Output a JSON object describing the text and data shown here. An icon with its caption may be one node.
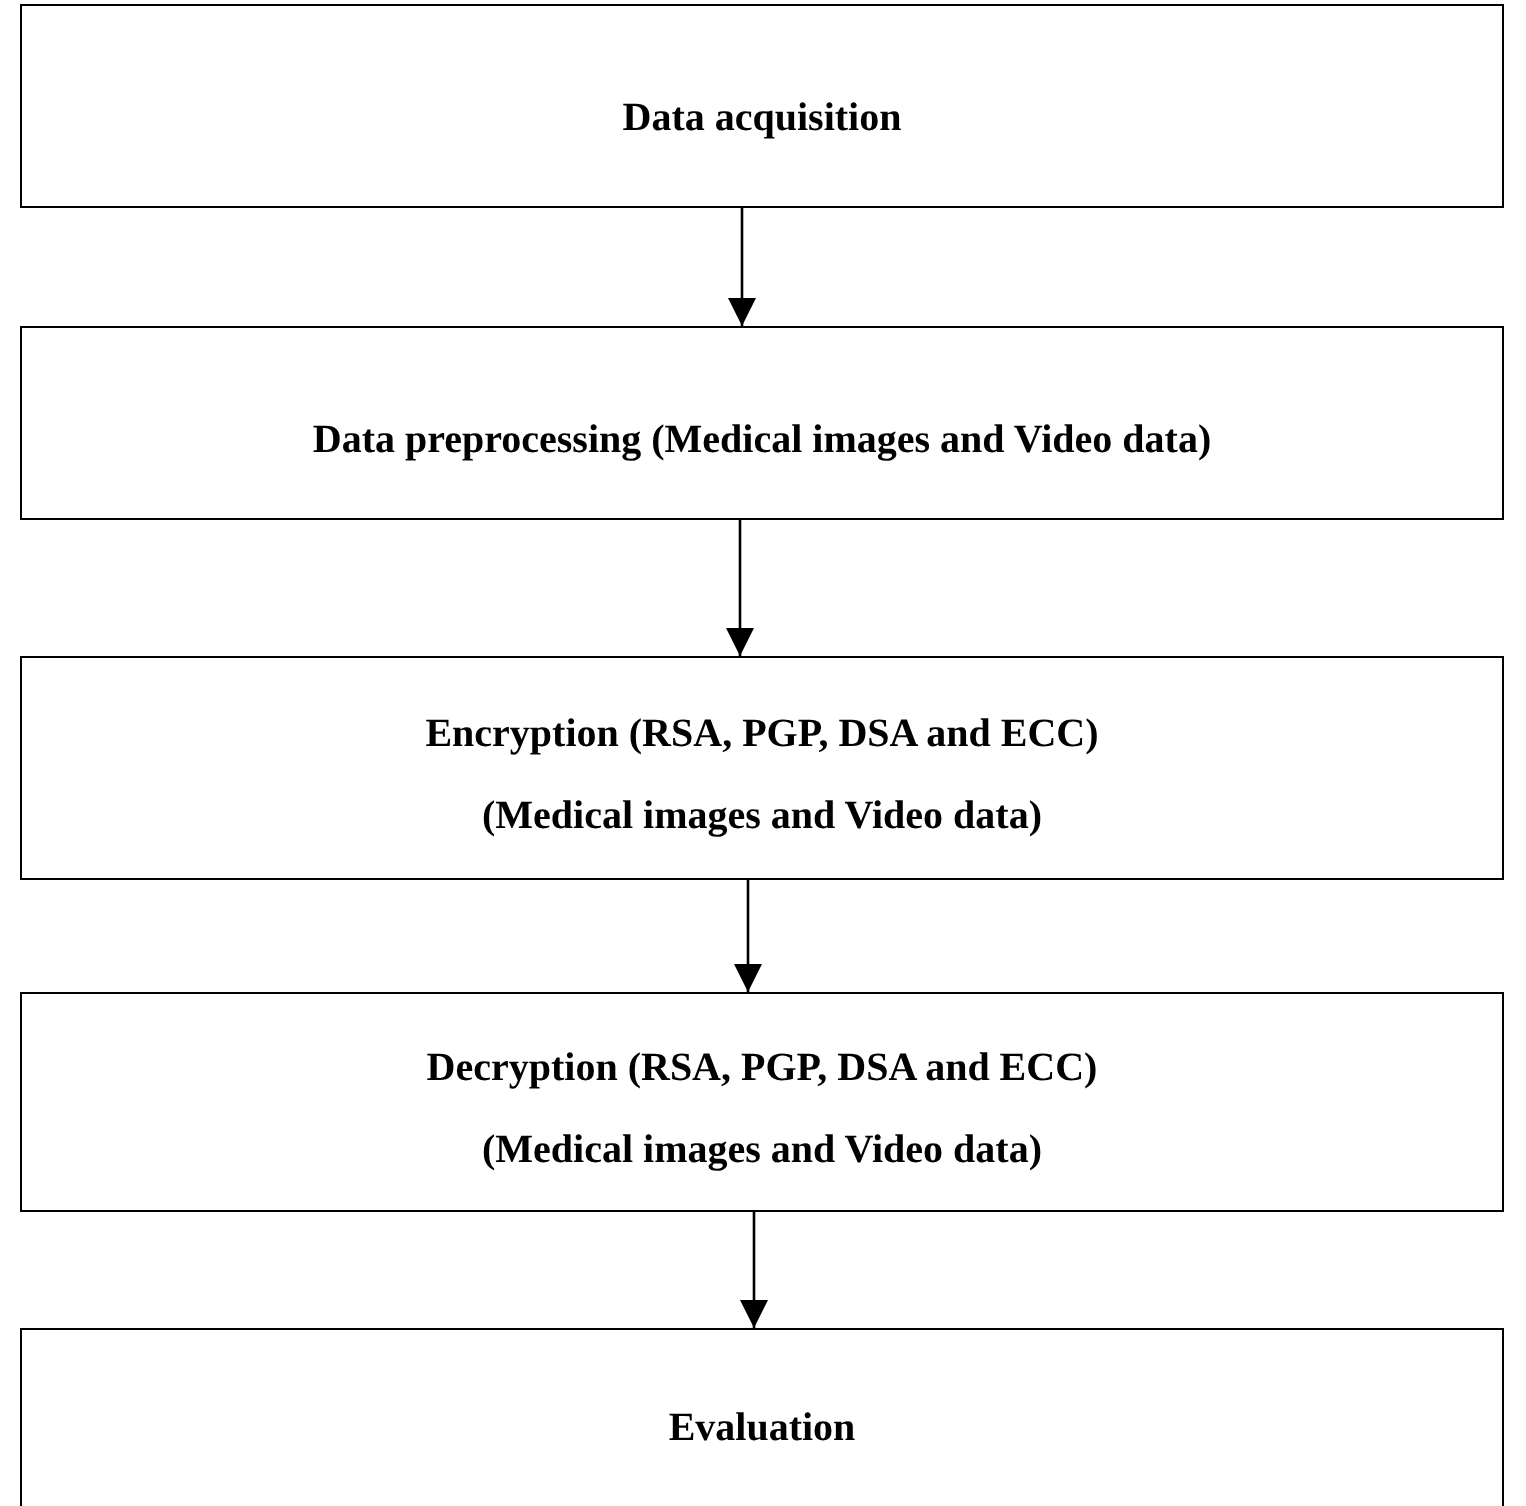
{
  "diagram": {
    "nodes": [
      {
        "text": [
          "Data acquisition"
        ]
      },
      {
        "text": [
          "Data preprocessing (Medical images and Video data)"
        ]
      },
      {
        "text": [
          "Encryption (RSA, PGP, DSA and ECC)",
          "(Medical images and Video data)"
        ]
      },
      {
        "text": [
          "Decryption (RSA, PGP, DSA and ECC)",
          "(Medical images and Video data)"
        ]
      },
      {
        "text": [
          "Evaluation"
        ]
      }
    ],
    "edges": [
      {
        "from": 0,
        "to": 1,
        "arrow": "to"
      },
      {
        "from": 1,
        "to": 2,
        "arrow": "to"
      },
      {
        "from": 2,
        "to": 3,
        "arrow": "to"
      },
      {
        "from": 3,
        "to": 4,
        "arrow": "to"
      }
    ]
  }
}
